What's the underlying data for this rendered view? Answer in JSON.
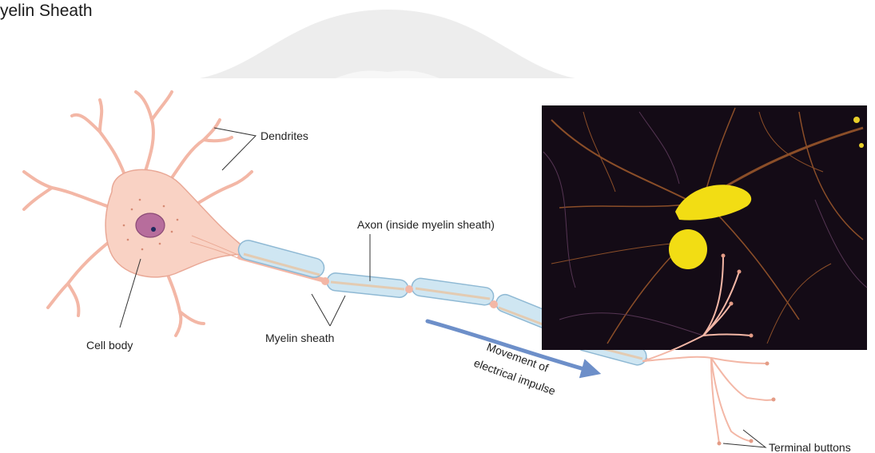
{
  "header": {
    "title": "yelin Sheath"
  },
  "labels": {
    "dendrites": "Dendrites",
    "axon": "Axon (inside myelin sheath)",
    "cell_body": "Cell body",
    "myelin_sheath": "Myelin sheath",
    "movement_line1": "Movement of",
    "movement_line2": "electrical impulse",
    "terminal_buttons": "Terminal buttons"
  },
  "colors": {
    "neuron_fill": "#f9d2c4",
    "neuron_stroke": "#e9a896",
    "myelin_fill": "#cfe6f2",
    "myelin_stroke": "#8fb9d4",
    "nucleus": "#b76d9c",
    "arrow": "#6d8fc9",
    "photo_background": "#140b16",
    "photo_cell": "#f2dd14",
    "photo_fiber": "#c26a2a"
  }
}
